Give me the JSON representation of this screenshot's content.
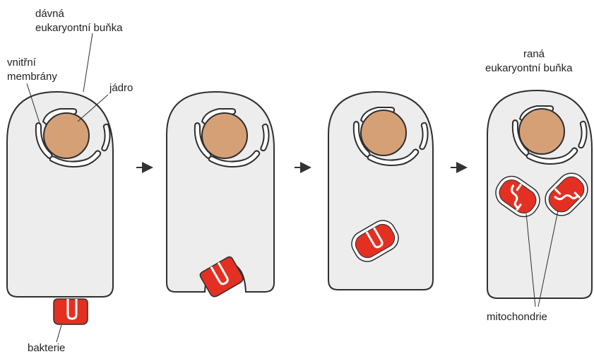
{
  "colors": {
    "cytoplasm": "#ededed",
    "outline": "#2f2f2f",
    "nucleus": "#d6a077",
    "membrane_fill": "#ffffff",
    "bacterium": "#e33022",
    "arrow": "#333333",
    "label": "#222222"
  },
  "labels": {
    "ancient_cell_line1": "dávná",
    "ancient_cell_line2": "eukaryontní buňka",
    "inner_membranes_line1": "vnitřní",
    "inner_membranes_line2": "membrány",
    "nucleus": "jádro",
    "early_cell_line1": "raná",
    "early_cell_line2": "eukaryontní buňka",
    "bacterium": "bakterie",
    "mitochondria": "mitochondrie"
  },
  "stages": [
    {
      "name": "ancient eukaryotic cell"
    },
    {
      "name": "engulfing"
    },
    {
      "name": "engulfed"
    },
    {
      "name": "early eukaryotic cell"
    }
  ]
}
